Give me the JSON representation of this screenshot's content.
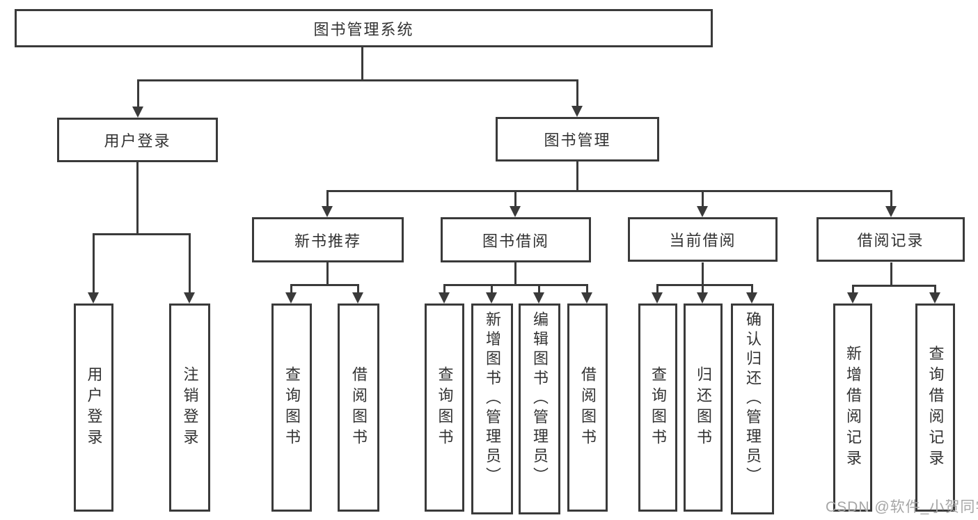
{
  "diagram": {
    "root": {
      "label": "图书管理系统"
    },
    "level1": [
      {
        "label": "用户登录"
      },
      {
        "label": "图书管理"
      }
    ],
    "level2": [
      {
        "label": "新书推荐"
      },
      {
        "label": "图书借阅"
      },
      {
        "label": "当前借阅"
      },
      {
        "label": "借阅记录"
      }
    ],
    "leaves": {
      "login": [
        "用户登录",
        "注销登录"
      ],
      "newbook": [
        "查询图书",
        "借阅图书"
      ],
      "borrow": [
        "查询图书",
        "新增图书（管理员）",
        "编辑图书（管理员）",
        "借阅图书"
      ],
      "current": [
        "查询图书",
        "归还图书",
        "确认归还（管理员）"
      ],
      "records": [
        "新增借阅记录",
        "查询借阅记录"
      ]
    }
  },
  "watermark": "CSDN @软件_小贺同学",
  "colors": {
    "line": "#3a3a3a",
    "text": "#323232",
    "watermark": "#a6a6a6",
    "background": "#ffffff"
  }
}
